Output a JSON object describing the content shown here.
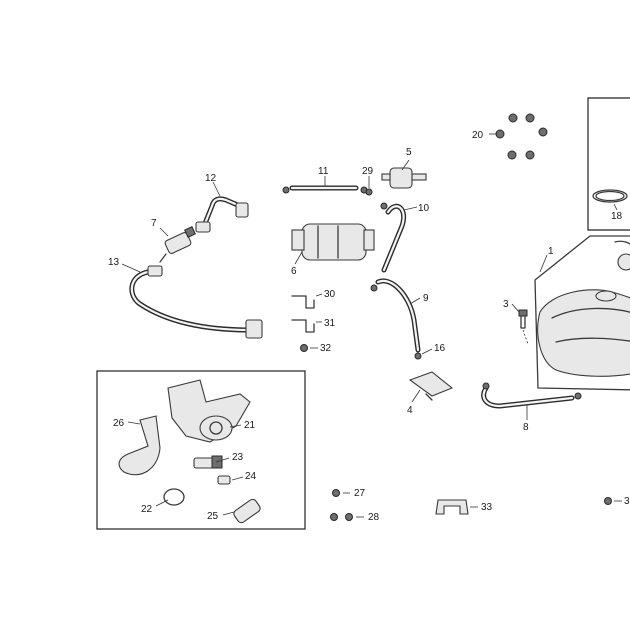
{
  "callouts": [
    "1",
    "3",
    "4",
    "5",
    "6",
    "7",
    "8",
    "9",
    "10",
    "11",
    "12",
    "13",
    "16",
    "18",
    "20",
    "21",
    "22",
    "23",
    "24",
    "25",
    "26",
    "27",
    "28",
    "29",
    "30",
    "31",
    "32",
    "33",
    "3"
  ]
}
